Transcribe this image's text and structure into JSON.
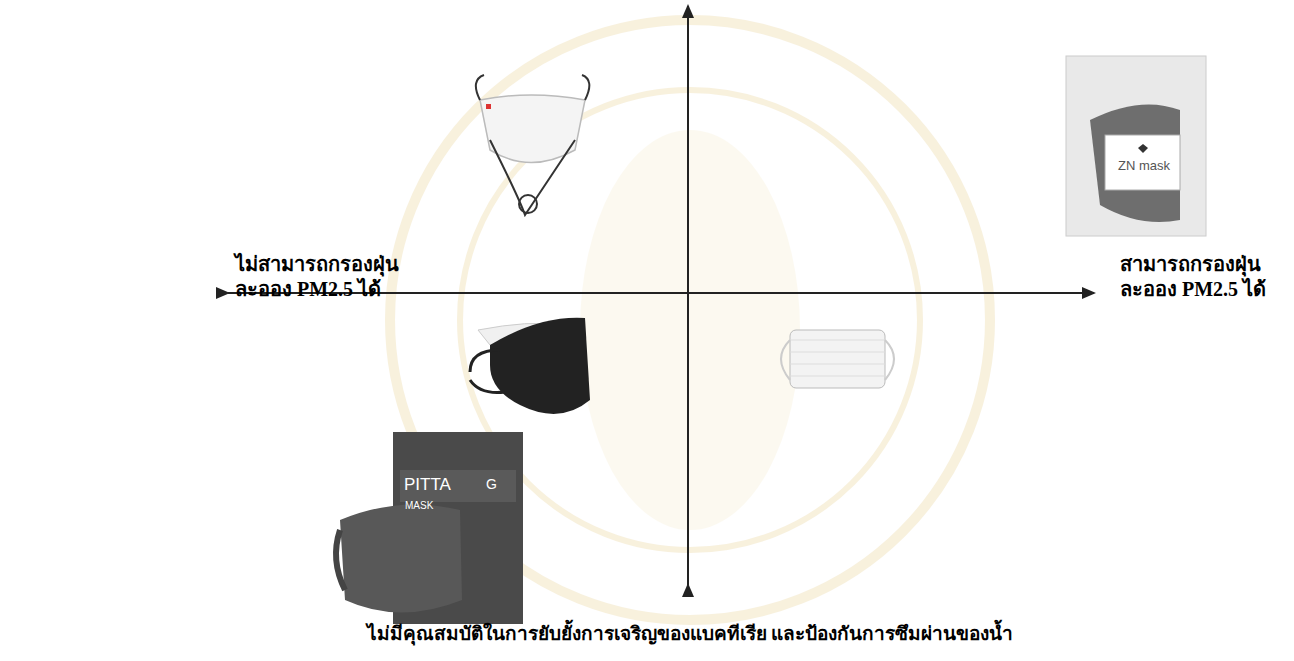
{
  "diagram": {
    "labels": [
      "ไม่สามารถกรองฝุ่น ละออง PM2.5 ได้",
      "สามารถกรองฝุ่น ละออง PM2.5 ได้",
      "ไม่มีคุณสมบัติในการยับยั้งการเจริญของแบคทีเรีย และป้องกันการซึมผ่านของน้ำ",
      "ZN mask",
      "PITTA",
      "G",
      "MASK"
    ]
  }
}
